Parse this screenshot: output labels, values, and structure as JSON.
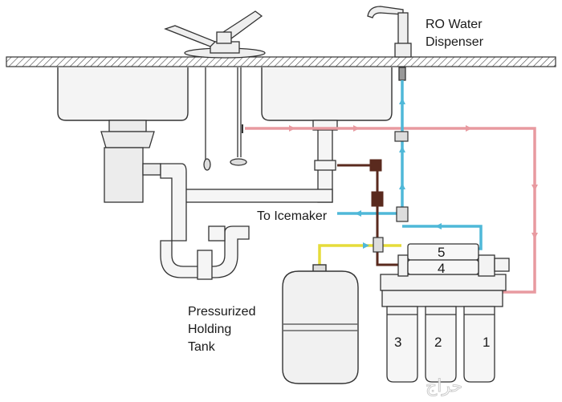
{
  "labels": {
    "dispenser_line1": "RO Water",
    "dispenser_line2": "Dispenser",
    "icemaker": "To Icemaker",
    "tank_line1": "Pressurized",
    "tank_line2": "Holding",
    "tank_line3": "Tank"
  },
  "filters": {
    "n1": "1",
    "n2": "2",
    "n3": "3",
    "n4": "4",
    "n5": "5"
  },
  "watermark": "حراج",
  "colors": {
    "pure_water_line": "#4fb8d8",
    "feed_line": "#e89aa0",
    "tank_line": "#e6dc3a",
    "drain_line": "#5a2a1e",
    "pipe_outline": "#333333"
  },
  "icons": [
    "faucet-icon",
    "ro-faucet-icon",
    "garbage-disposal-icon",
    "p-trap-icon"
  ]
}
